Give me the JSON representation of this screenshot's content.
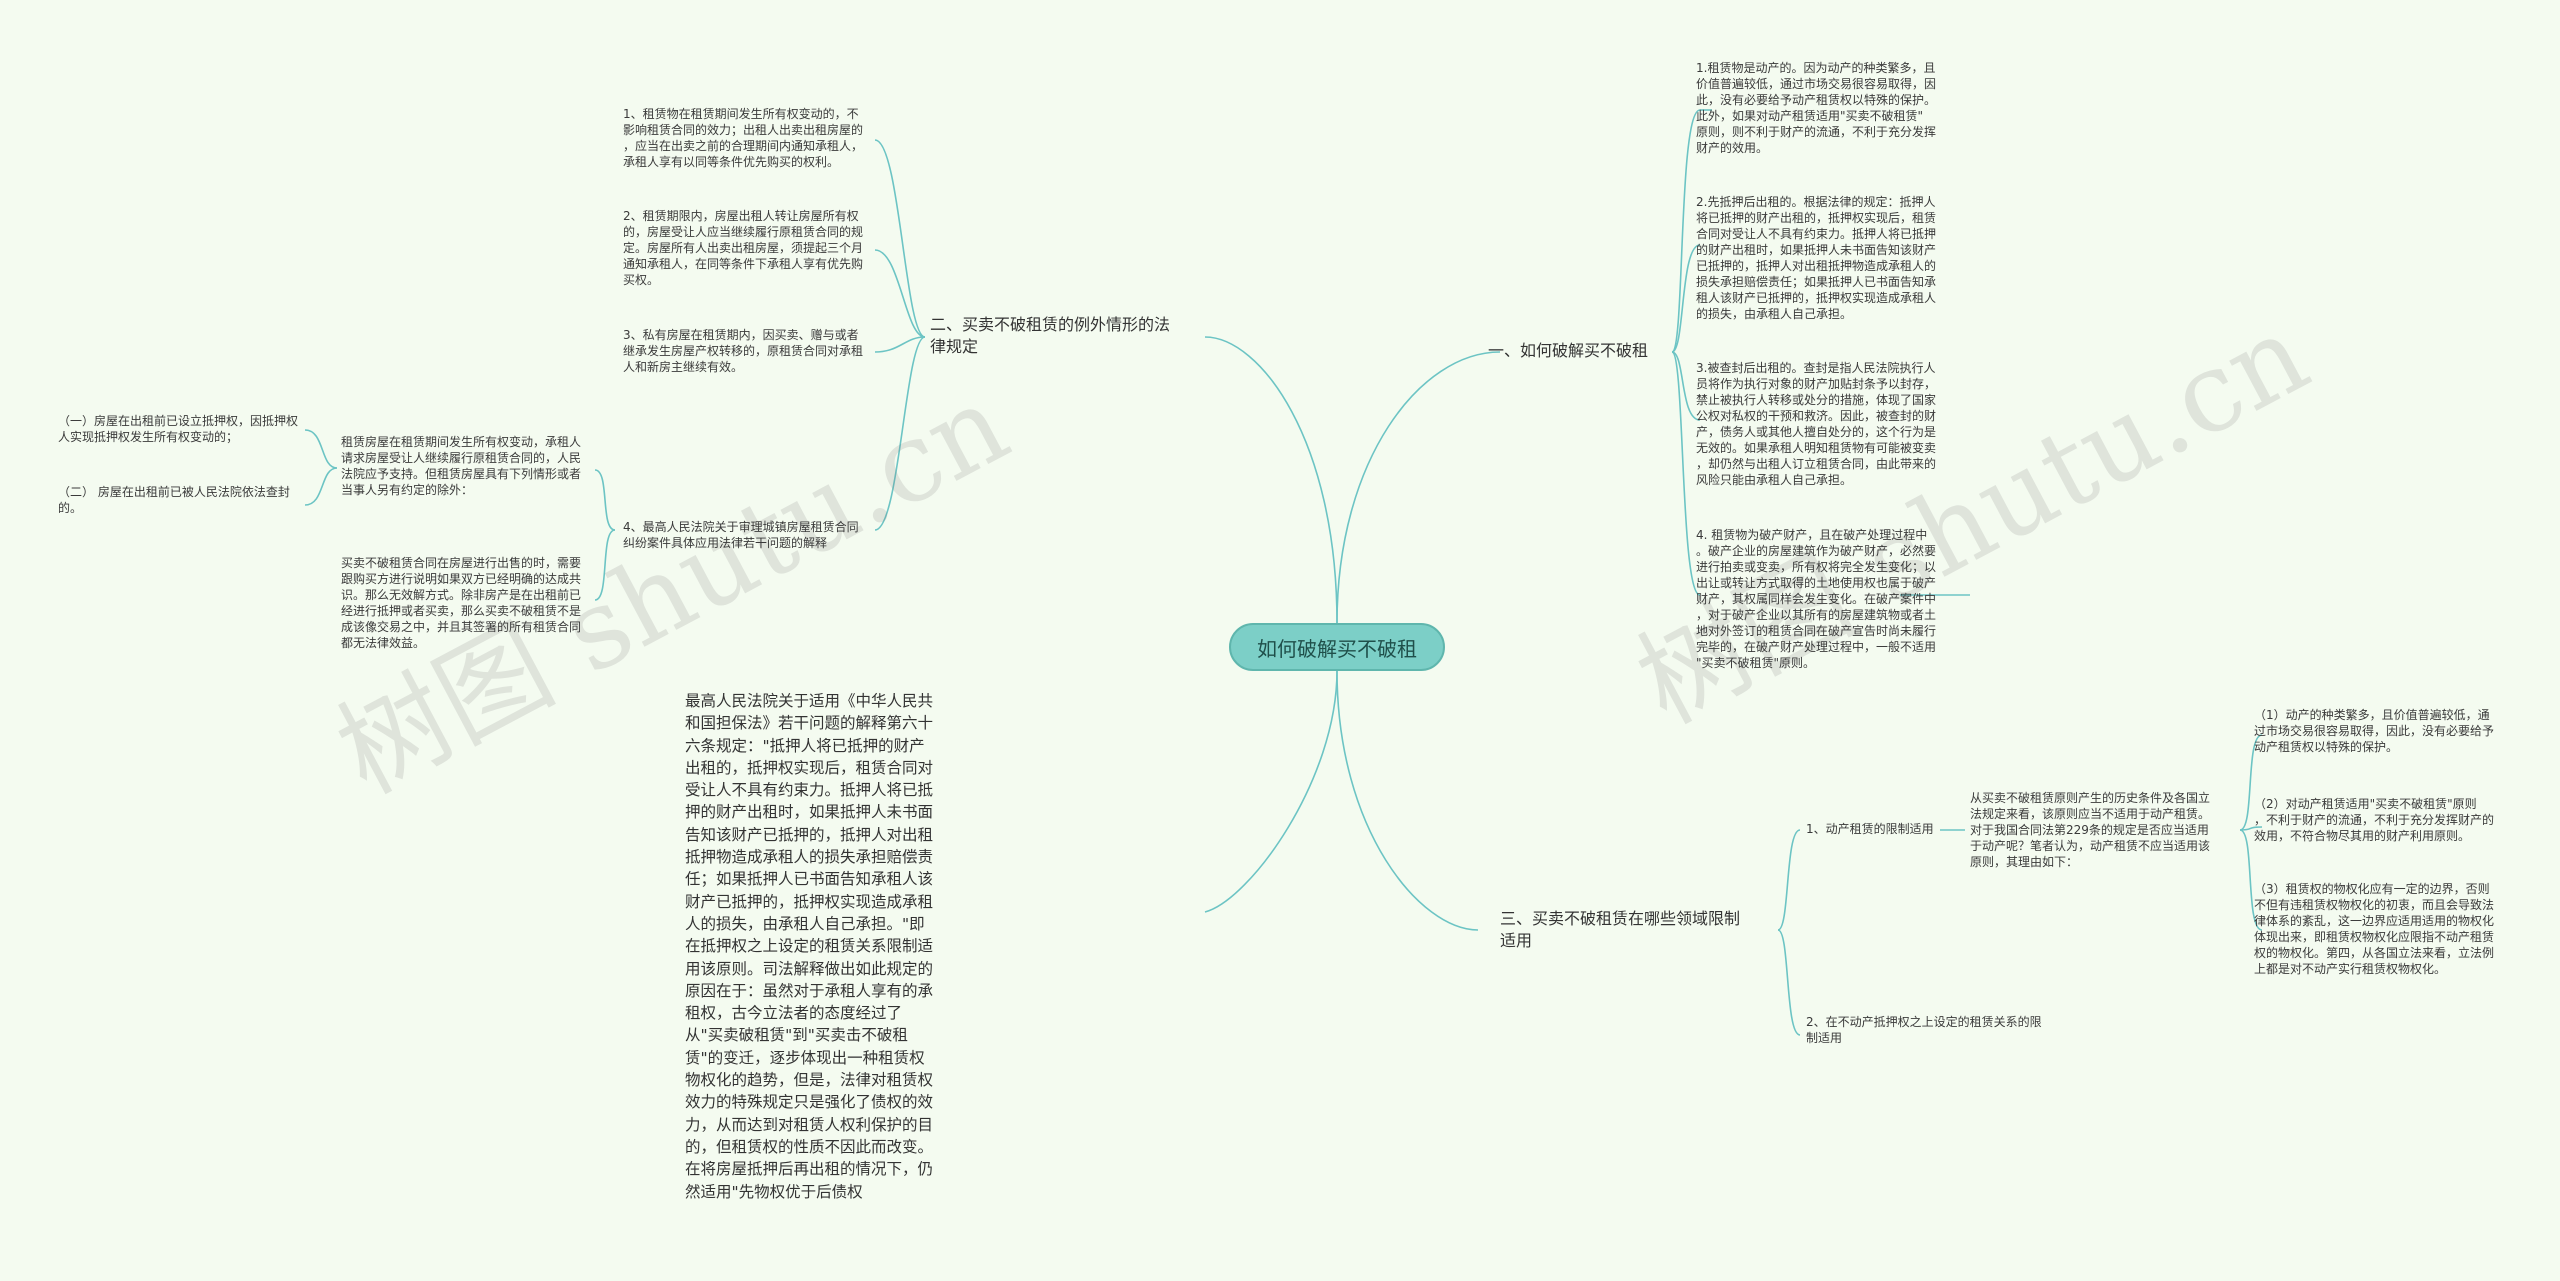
{
  "center": {
    "label": "如何破解买不破租"
  },
  "branches": {
    "b1": "一、如何破解买不破租",
    "b2": "二、买卖不破租赁的例外情形的法\n律规定",
    "b3": "三、买卖不破租赁在哪些领域限制\n适用"
  },
  "b1_items": [
    "1.租赁物是动产的。因为动产的种类繁多，且\n价值普遍较低，通过市场交易很容易取得，因\n此，没有必要给予动产租赁权以特殊的保护。\n此外，如果对动产租赁适用\"买卖不破租赁\"\n原则，则不利于财产的流通，不利于充分发挥\n财产的效用。",
    "2.先抵押后出租的。根据法律的规定：抵押人\n将已抵押的财产出租的，抵押权实现后，租赁\n合同对受让人不具有约束力。抵押人将已抵押\n的财产出租时，如果抵押人未书面告知该财产\n已抵押的，抵押人对出租抵押物造成承租人的\n损失承担赔偿责任；如果抵押人已书面告知承\n租人该财产已抵押的，抵押权实现造成承租人\n的损失，由承租人自己承担。",
    "3.被查封后出租的。查封是指人民法院执行人\n员将作为执行对象的财产加贴封条予以封存，\n禁止被执行人转移或处分的措施，体现了国家\n公权对私权的干预和救济。因此，被查封的财\n产，债务人或其他人擅自处分的，这个行为是\n无效的。如果承租人明知租赁物有可能被变卖\n，却仍然与出租人订立租赁合同，由此带来的\n风险只能由承租人自己承担。",
    "4. 租赁物为破产财产，且在破产处理过程中\n。破产企业的房屋建筑作为破产财产，必然要\n进行拍卖或变卖，所有权将完全发生变化；以\n出让或转让方式取得的土地使用权也属于破产\n财产，其权属同样会发生变化。在破产案件中\n，对于破产企业以其所有的房屋建筑物或者土\n地对外签订的租赁合同在破产宣告时尚未履行\n完毕的，在破产财产处理过程中，一般不适用\n\"买卖不破租赁\"原则。"
  ],
  "b2_items": [
    "1、租赁物在租赁期间发生所有权变动的，不\n影响租赁合同的效力；出租人出卖出租房屋的\n，应当在出卖之前的合理期间内通知承租人，\n承租人享有以同等条件优先购买的权利。",
    "2、租赁期限内，房屋出租人转让房屋所有权\n的，房屋受让人应当继续履行原租赁合同的规\n定。房屋所有人出卖出租房屋，须提起三个月\n通知承租人，在同等条件下承租人享有优先购\n买权。",
    "3、私有房屋在租赁期内，因买卖、赠与或者\n继承发生房屋产权转移的，原租赁合同对承租\n人和新房主继续有效。",
    "4、最高人民法院关于审理城镇房屋租赁合同\n纠纷案件具体应用法律若干问题的解释"
  ],
  "b2_sub": {
    "a": "租赁房屋在租赁期间发生所有权变动，承租人\n请求房屋受让人继续履行原租赁合同的，人民\n法院应予支持。但租赁房屋具有下列情形或者\n当事人另有约定的除外：",
    "b": "买卖不破租赁合同在房屋进行出售的时，需要\n跟购买方进行说明如果双方已经明确的达成共\n识。那么无效解方式。除非房产是在出租前已\n经进行抵押或者买卖，那么买卖不破租赁不是\n成该像交易之中，并且其签署的所有租赁合同\n都无法律效益。",
    "c1": "（一）房屋在出租前已设立抵押权，因抵押权\n人实现抵押权发生所有权变动的；",
    "c2": "（二） 房屋在出租前已被人民法院依法查封\n的。"
  },
  "b2_long": "最高人民法院关于适用《中华人民共和国担保法》若干问题的解释第六十六条规定：\"抵押人将已抵押的财产出租的，抵押权实现后，租赁合同对受让人不具有约束力。抵押人将已抵押的财产出租时，如果抵押人未书面告知该财产已抵押的，抵押人对出租抵押物造成承租人的损失承担赔偿责任；如果抵押人已书面告知承租人该财产已抵押的，抵押权实现造成承租人的损失，由承租人自己承担。\"即在抵押权之上设定的租赁关系限制适用该原则。司法解释做出如此规定的原因在于：虽然对于承租人享有的承租权，古今立法者的态度经过了从\"买卖破租赁\"到\"买卖击不破租赁\"的变迁，逐步体现出一种租赁权物权化的趋势，但是，法律对租赁权效力的特殊规定只是强化了债权的效力，从而达到对租赁人权利保护的目的，但租赁权的性质不因此而改变。在将房屋抵押后再出租的情况下，仍然适用\"先物权优于后债权",
  "b3_items": {
    "i1": "1、动产租赁的限制适用",
    "i1_desc": "从买卖不破租赁原则产生的历史条件及各国立\n法规定来看，该原则应当不适用于动产租赁。\n对于我国合同法第229条的规定是否应当适用\n于动产呢？笔者认为，动产租赁不应当适用该\n原则，其理由如下：",
    "i2": "2、在不动产抵押权之上设定的租赁关系的限\n制适用",
    "reasons": [
      "（1）动产的种类繁多，且价值普遍较低，通\n过市场交易很容易取得，因此，没有必要给予\n动产租赁权以特殊的保护。",
      "（2）对动产租赁适用\"买卖不破租赁\"原则\n，不利于财产的流通，不利于充分发挥财产的\n效用，不符合物尽其用的财产利用原则。",
      "（3）租赁权的物权化应有一定的边界，否则\n不但有违租赁权物权化的初衷，而且会导致法\n律体系的紊乱，这一边界应适用适用的物权化\n体现出来，即租赁权物权化应限指不动产租赁\n权的物权化。第四，从各国立法来看，立法例\n上都是对不动产实行租赁权物权化。"
    ]
  },
  "watermarks": [
    "树图 shutu.cn",
    "树图 shutu.cn"
  ],
  "colors": {
    "line": "#6cc4c4",
    "center_fill": "#7ccfc7",
    "background": "#f4fbf0"
  }
}
